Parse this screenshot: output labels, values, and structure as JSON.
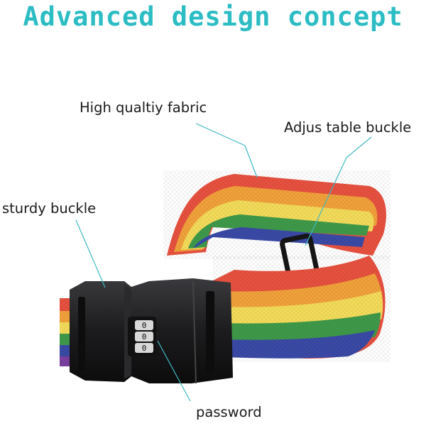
{
  "headline": {
    "text": "Advanced design concept",
    "color": "#2bbcc4"
  },
  "callouts": {
    "fabric": "High qualtiy fabric",
    "adjustable_buckle": "Adjus table buckle",
    "sturdy_buckle": "sturdy buckle",
    "password": "password"
  },
  "leader_line_color": "#3fb8c4",
  "combination_dials": [
    "0",
    "0",
    "0"
  ],
  "strap_stripe_colors": [
    "#e8513f",
    "#f2a23b",
    "#f4dc5a",
    "#3f9a4a",
    "#3a4aa6",
    "#7a3fa0"
  ],
  "buckle_color": "#1c1c1e"
}
